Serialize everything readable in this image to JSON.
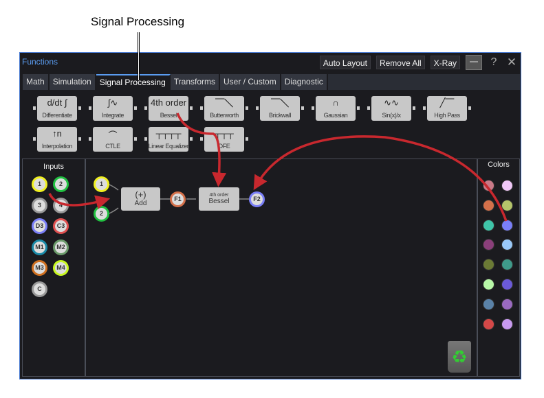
{
  "annotation": "Signal Processing",
  "window": {
    "title": "Functions",
    "buttons": {
      "auto_layout": "Auto Layout",
      "remove_all": "Remove All",
      "xray": "X-Ray",
      "help": "?",
      "close": "✕"
    }
  },
  "tabs": [
    "Math",
    "Simulation",
    "Signal Processing",
    "Transforms",
    "User / Custom",
    "Diagnostic"
  ],
  "active_tab": "Signal Processing",
  "palette": [
    {
      "label": "Differentiate",
      "glyph": "d/dt ∫"
    },
    {
      "label": "Integrate",
      "glyph": "∫∿"
    },
    {
      "label": "Bessel",
      "glyph": "4th order"
    },
    {
      "label": "Butterworth",
      "glyph": "⎺╲"
    },
    {
      "label": "Brickwall",
      "glyph": "⎺╲"
    },
    {
      "label": "Gaussian",
      "glyph": "∩"
    },
    {
      "label": "Sin(x)/x",
      "glyph": "∿∿"
    },
    {
      "label": "High Pass",
      "glyph": "╱⎺"
    },
    {
      "label": "Interpolation",
      "glyph": "↑n"
    },
    {
      "label": "CTLE",
      "glyph": "⌒"
    },
    {
      "label": "Linear Equalizer",
      "glyph": "┬┬┬┬"
    },
    {
      "label": "DFE",
      "glyph": "┬┬┬"
    }
  ],
  "inputs": {
    "title": "Inputs",
    "items": [
      {
        "label": "1",
        "color": "#f0f020"
      },
      {
        "label": "2",
        "color": "#20c040"
      },
      {
        "label": "3",
        "color": "#999999"
      },
      {
        "label": "4",
        "color": "#999999"
      },
      {
        "label": "D3",
        "color": "#7a7ff8"
      },
      {
        "label": "C3",
        "color": "#e05050"
      },
      {
        "label": "M1",
        "color": "#1a8aa8"
      },
      {
        "label": "M2",
        "color": "#6a9a6a"
      },
      {
        "label": "M3",
        "color": "#d07020"
      },
      {
        "label": "M4",
        "color": "#c8f820"
      },
      {
        "label": "C",
        "color": "#999999"
      }
    ]
  },
  "canvas": {
    "in1": "1",
    "in2": "2",
    "add_symbol": "(+)",
    "add_label": "Add",
    "f1": "F1",
    "bessel_glyph": "4th order",
    "bessel_label": "Bessel",
    "f2": "F2"
  },
  "colors": {
    "title": "Colors",
    "swatches": [
      "#c97a88",
      "#f0c8f8",
      "#d4704a",
      "#b5c56a",
      "#3fc4a8",
      "#7a7ff8",
      "#8a3f7a",
      "#9ac8f8",
      "#6b7a35",
      "#3f9a8a",
      "#b8f8a8",
      "#6b5ad8",
      "#5a82a8",
      "#9a6ac0",
      "#d44848",
      "#c89af0"
    ]
  },
  "accent": "#5a9cf0",
  "arrow_color": "#c8282e"
}
